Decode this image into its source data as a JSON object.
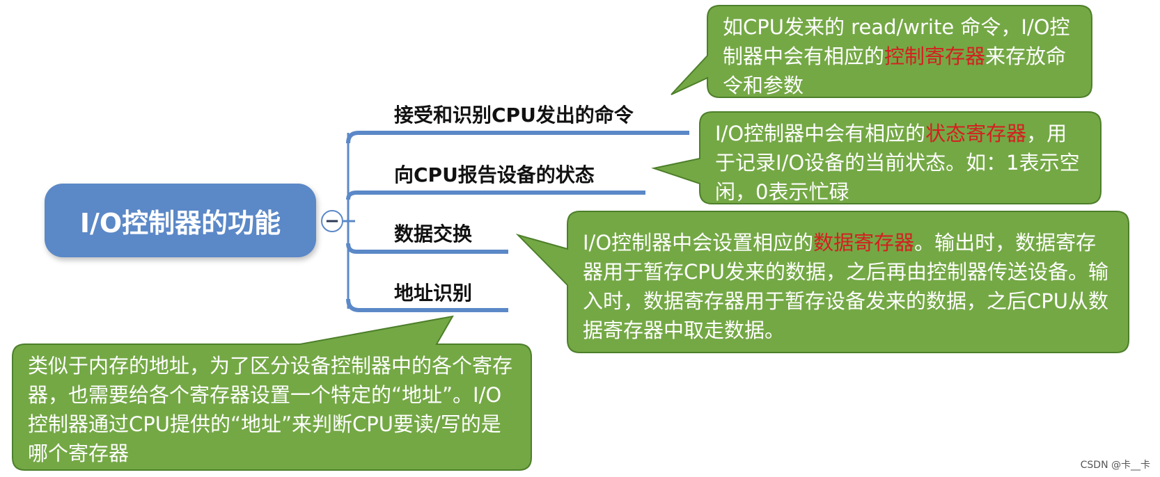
{
  "root": {
    "label": "I/O控制器的功能",
    "collapse_symbol": "−"
  },
  "branches": [
    {
      "label": "接受和识别CPU发出的命令"
    },
    {
      "label": "向CPU报告设备的状态"
    },
    {
      "label": "数据交换"
    },
    {
      "label": "地址识别"
    }
  ],
  "callouts": {
    "command": {
      "pre": "如CPU发来的 read/write 命令，I/O控制器中会有相应的",
      "highlight": "控制寄存器",
      "post": "来存放命令和参数"
    },
    "status": {
      "pre": "I/O控制器中会有相应的",
      "highlight": "状态寄存器",
      "post": "，用于记录I/O设备的当前状态。如：1表示空闲，0表示忙碌"
    },
    "data": {
      "pre": "I/O控制器中会设置相应的",
      "highlight": "数据寄存器",
      "post": "。输出时，数据寄存器用于暂存CPU发来的数据，之后再由控制器传送设备。输入时，数据寄存器用于暂存设备发来的数据，之后CPU从数据寄存器中取走数据。"
    },
    "address": {
      "text": "类似于内存的地址，为了区分设备控制器中的各个寄存器，也需要给各个寄存器设置一个特定的“地址”。I/O控制器通过CPU提供的“地址”来判断CPU要读/写的是哪个寄存器"
    }
  },
  "watermark": "CSDN @卡__卡",
  "colors": {
    "node_blue": "#5b88c7",
    "callout_green": "#74a845",
    "callout_border": "#4d7f2a",
    "highlight_red": "#d42020"
  }
}
